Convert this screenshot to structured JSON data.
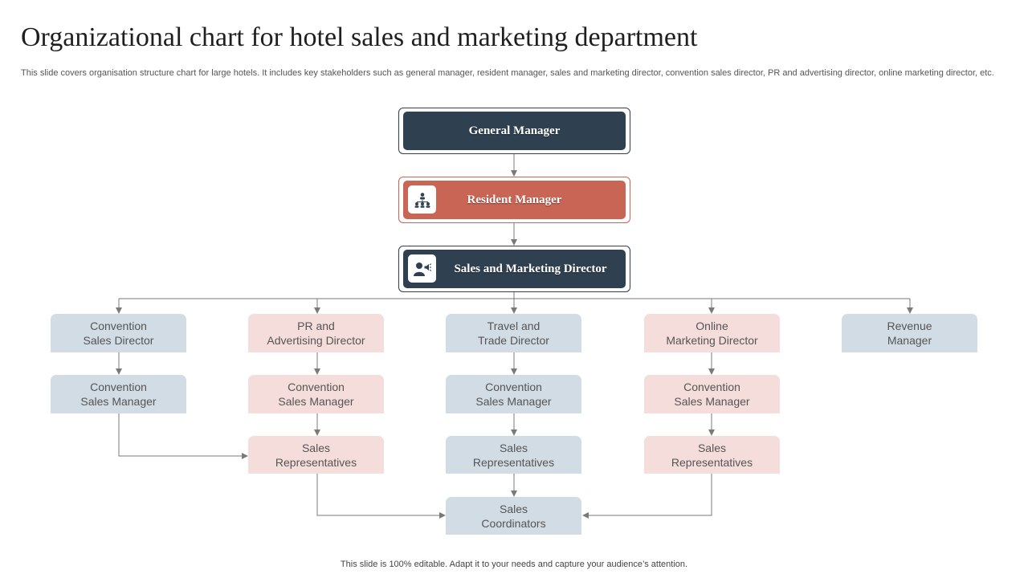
{
  "title": "Organizational chart for hotel sales and marketing department",
  "subtitle": "This slide covers organisation structure chart for large hotels. It includes key stakeholders such as general manager, resident manager, sales and marketing director, convention sales director, PR and advertising director, online marketing director, etc.",
  "footer": "This slide is 100% editable. Adapt it to your needs and capture your audience’s attention.",
  "colors": {
    "dark": "#2f4050",
    "red": "#c86554",
    "blue_box": "#d2dce5",
    "pink_box": "#f5dddb",
    "connector": "#7a7a7a"
  },
  "top": {
    "general_manager": "General Manager",
    "resident_manager": "Resident Manager",
    "resident_icon": "team-hierarchy-icon",
    "sales_marketing_director": "Sales and Marketing Director",
    "director_icon": "person-megaphone-icon"
  },
  "columns": [
    {
      "head": "Convention\nSales Director",
      "manager": "Convention\nSales Manager"
    },
    {
      "head": "PR and\nAdvertising Director",
      "manager": "Convention\nSales Manager",
      "reps": "Sales\nRepresentatives"
    },
    {
      "head": "Travel and\nTrade Director",
      "manager": "Convention\nSales Manager",
      "reps": "Sales\nRepresentatives",
      "coordinators": "Sales\nCoordinators"
    },
    {
      "head": "Online\nMarketing Director",
      "manager": "Convention\nSales Manager",
      "reps": "Sales\nRepresentatives"
    },
    {
      "head": "Revenue\nManager"
    }
  ]
}
